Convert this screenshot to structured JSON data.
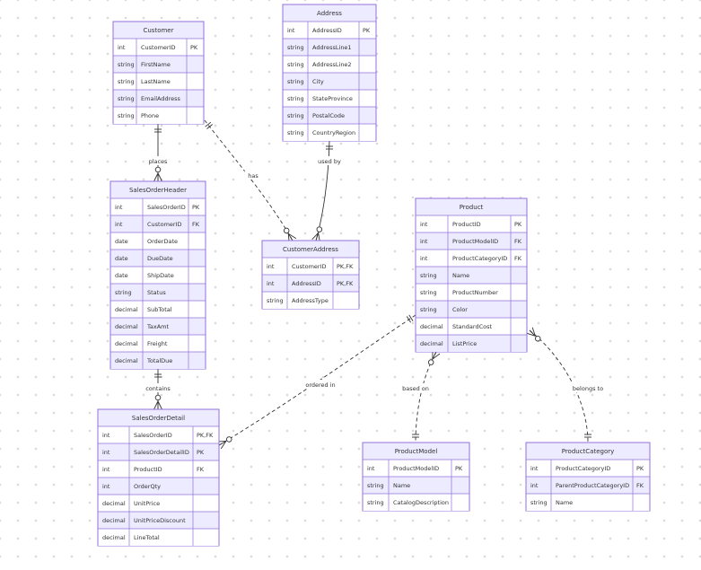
{
  "entities": {
    "customer": {
      "name": "Customer",
      "attributes": [
        {
          "type": "int",
          "name": "CustomerID",
          "key": "PK"
        },
        {
          "type": "string",
          "name": "FirstName",
          "key": ""
        },
        {
          "type": "string",
          "name": "LastName",
          "key": ""
        },
        {
          "type": "string",
          "name": "EmailAddress",
          "key": ""
        },
        {
          "type": "string",
          "name": "Phone",
          "key": ""
        }
      ]
    },
    "address": {
      "name": "Address",
      "attributes": [
        {
          "type": "int",
          "name": "AddressID",
          "key": "PK"
        },
        {
          "type": "string",
          "name": "AddressLine1",
          "key": ""
        },
        {
          "type": "string",
          "name": "AddressLine2",
          "key": ""
        },
        {
          "type": "string",
          "name": "City",
          "key": ""
        },
        {
          "type": "string",
          "name": "StateProvince",
          "key": ""
        },
        {
          "type": "string",
          "name": "PostalCode",
          "key": ""
        },
        {
          "type": "string",
          "name": "CountryRegion",
          "key": ""
        }
      ]
    },
    "sales_order_header": {
      "name": "SalesOrderHeader",
      "attributes": [
        {
          "type": "int",
          "name": "SalesOrderID",
          "key": "PK"
        },
        {
          "type": "int",
          "name": "CustomerID",
          "key": "FK"
        },
        {
          "type": "date",
          "name": "OrderDate",
          "key": ""
        },
        {
          "type": "date",
          "name": "DueDate",
          "key": ""
        },
        {
          "type": "date",
          "name": "ShipDate",
          "key": ""
        },
        {
          "type": "string",
          "name": "Status",
          "key": ""
        },
        {
          "type": "decimal",
          "name": "SubTotal",
          "key": ""
        },
        {
          "type": "decimal",
          "name": "TaxAmt",
          "key": ""
        },
        {
          "type": "decimal",
          "name": "Freight",
          "key": ""
        },
        {
          "type": "decimal",
          "name": "TotalDue",
          "key": ""
        }
      ]
    },
    "customer_address": {
      "name": "CustomerAddress",
      "attributes": [
        {
          "type": "int",
          "name": "CustomerID",
          "key": "PK,FK"
        },
        {
          "type": "int",
          "name": "AddressID",
          "key": "PK,FK"
        },
        {
          "type": "string",
          "name": "AddressType",
          "key": ""
        }
      ]
    },
    "product": {
      "name": "Product",
      "attributes": [
        {
          "type": "int",
          "name": "ProductID",
          "key": "PK"
        },
        {
          "type": "int",
          "name": "ProductModelID",
          "key": "FK"
        },
        {
          "type": "int",
          "name": "ProductCategoryID",
          "key": "FK"
        },
        {
          "type": "string",
          "name": "Name",
          "key": ""
        },
        {
          "type": "string",
          "name": "ProductNumber",
          "key": ""
        },
        {
          "type": "string",
          "name": "Color",
          "key": ""
        },
        {
          "type": "decimal",
          "name": "StandardCost",
          "key": ""
        },
        {
          "type": "decimal",
          "name": "ListPrice",
          "key": ""
        }
      ]
    },
    "sales_order_detail": {
      "name": "SalesOrderDetail",
      "attributes": [
        {
          "type": "int",
          "name": "SalesOrderID",
          "key": "PK,FK"
        },
        {
          "type": "int",
          "name": "SalesOrderDetailID",
          "key": "PK"
        },
        {
          "type": "int",
          "name": "ProductID",
          "key": "FK"
        },
        {
          "type": "int",
          "name": "OrderQty",
          "key": ""
        },
        {
          "type": "decimal",
          "name": "UnitPrice",
          "key": ""
        },
        {
          "type": "decimal",
          "name": "UnitPriceDiscount",
          "key": ""
        },
        {
          "type": "decimal",
          "name": "LineTotal",
          "key": ""
        }
      ]
    },
    "product_model": {
      "name": "ProductModel",
      "attributes": [
        {
          "type": "int",
          "name": "ProductModelID",
          "key": "PK"
        },
        {
          "type": "string",
          "name": "Name",
          "key": ""
        },
        {
          "type": "string",
          "name": "CatalogDescription",
          "key": ""
        }
      ]
    },
    "product_category": {
      "name": "ProductCategory",
      "attributes": [
        {
          "type": "int",
          "name": "ProductCategoryID",
          "key": "PK"
        },
        {
          "type": "int",
          "name": "ParentProductCategoryID",
          "key": "FK"
        },
        {
          "type": "string",
          "name": "Name",
          "key": ""
        }
      ]
    }
  },
  "relationships": {
    "places": {
      "label": "places",
      "from": "Customer",
      "to": "SalesOrderHeader",
      "from_cardinality": "exactly-one",
      "to_cardinality": "zero-or-more"
    },
    "has": {
      "label": "has",
      "from": "Customer",
      "to": "CustomerAddress",
      "from_cardinality": "exactly-one",
      "to_cardinality": "zero-or-more"
    },
    "used_by": {
      "label": "used by",
      "from": "Address",
      "to": "CustomerAddress",
      "from_cardinality": "exactly-one",
      "to_cardinality": "zero-or-more"
    },
    "contains": {
      "label": "contains",
      "from": "SalesOrderHeader",
      "to": "SalesOrderDetail",
      "from_cardinality": "exactly-one",
      "to_cardinality": "zero-or-more"
    },
    "ordered_in": {
      "label": "ordered in",
      "from": "Product",
      "to": "SalesOrderDetail",
      "from_cardinality": "exactly-one",
      "to_cardinality": "zero-or-more"
    },
    "based_on": {
      "label": "based on",
      "from": "ProductModel",
      "to": "Product",
      "from_cardinality": "exactly-one",
      "to_cardinality": "zero-or-more"
    },
    "belongs_to": {
      "label": "belongs to",
      "from": "ProductCategory",
      "to": "Product",
      "from_cardinality": "exactly-one",
      "to_cardinality": "zero-or-more"
    }
  },
  "colors": {
    "entity_fill": "#ecebff",
    "entity_border": "#9370db",
    "row_alt_fill": "#ffffff",
    "line": "#333333",
    "background_dots": "#d9d9d9"
  }
}
